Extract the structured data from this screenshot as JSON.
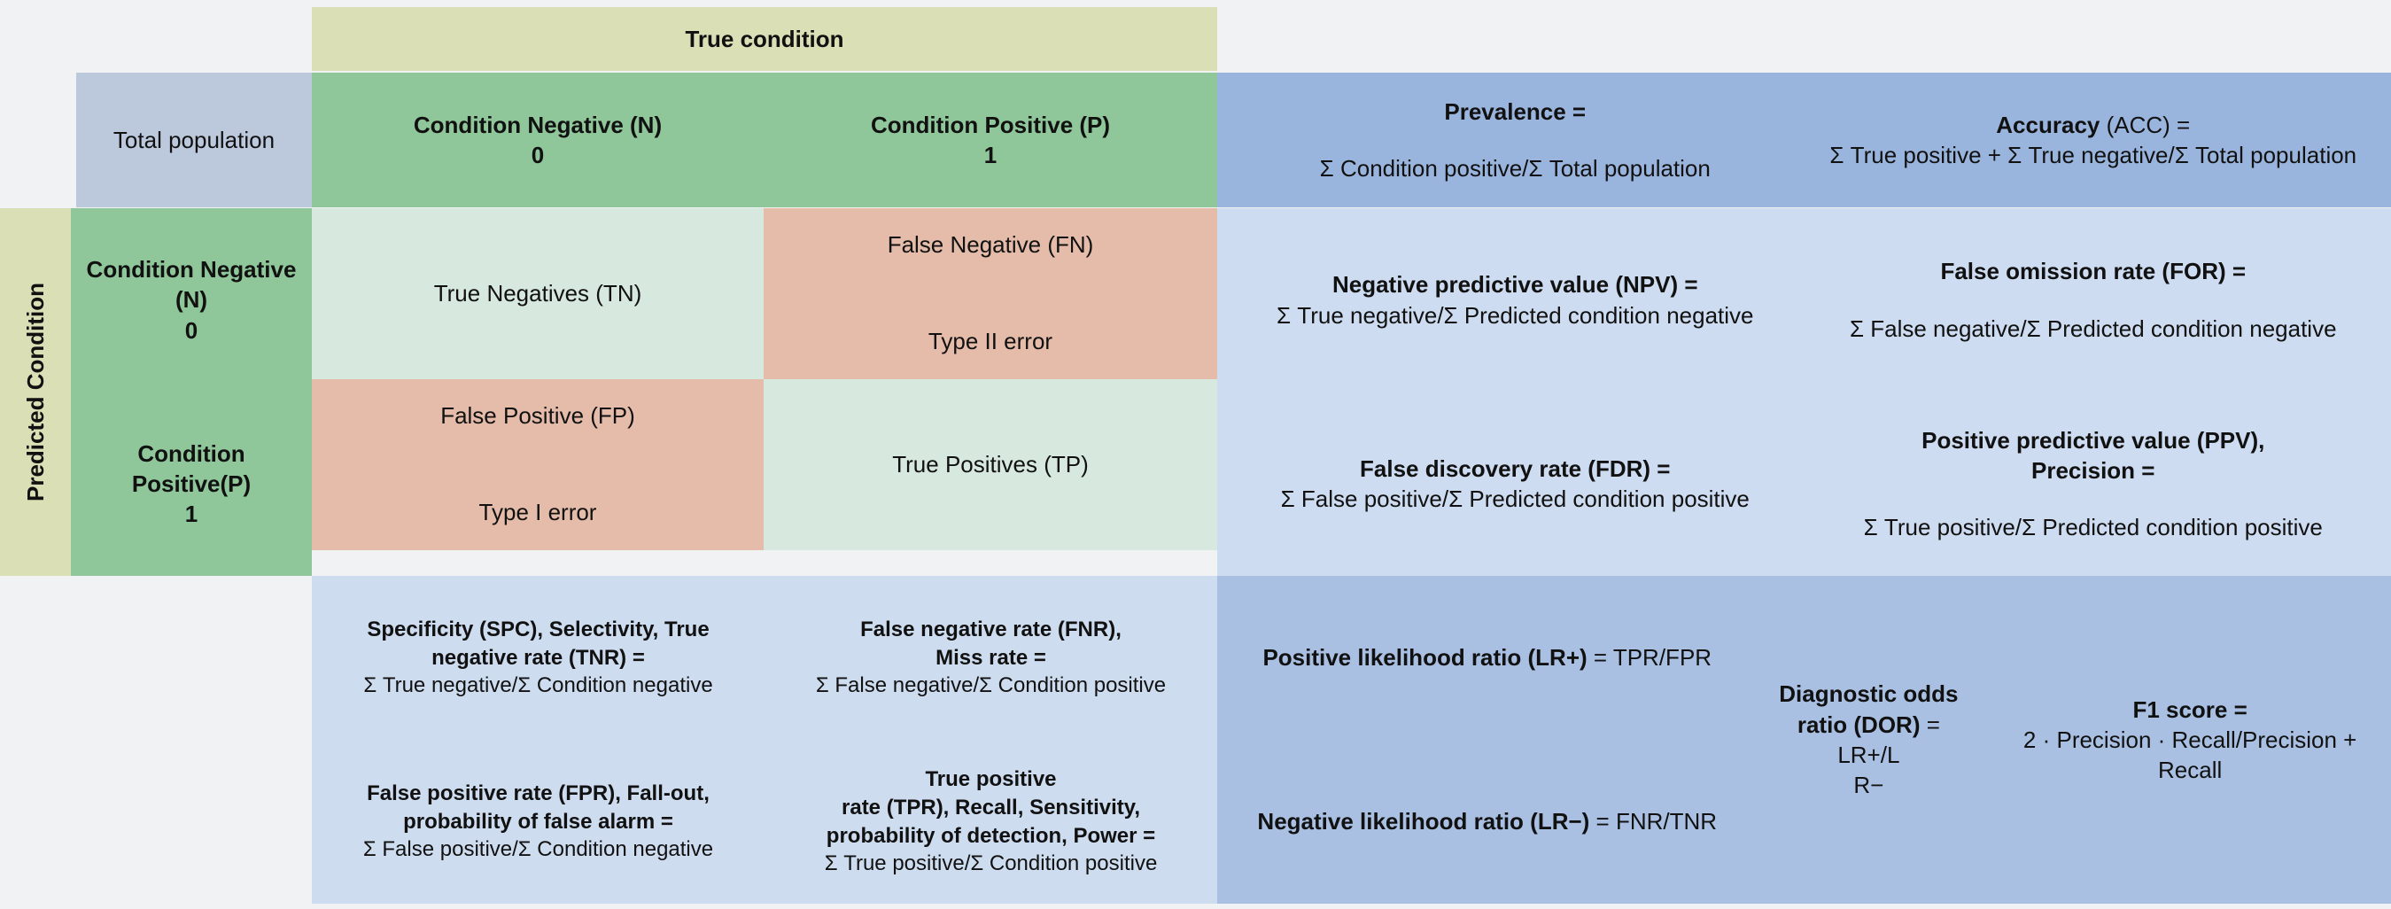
{
  "title_band": {
    "true_condition": "True condition"
  },
  "side_label": {
    "predicted_condition": "Predicted Condition"
  },
  "header_row": {
    "total_population": "Total population",
    "condition_negative": {
      "label": "Condition Negative (N)",
      "value": "0"
    },
    "condition_positive": {
      "label": "Condition Positive (P)",
      "value": "1"
    },
    "prevalence": {
      "title": "Prevalence =",
      "formula": "Σ Condition positive/Σ Total population"
    },
    "accuracy": {
      "title_bold": "Accuracy",
      "title_rest": " (ACC) =",
      "formula": "Σ True positive + Σ True negative/Σ Total population"
    }
  },
  "row_negative": {
    "stub": {
      "line1": "Condition Negative",
      "line2": "(N)",
      "line3": "0"
    },
    "tn": "True Negatives (TN)",
    "fn": {
      "label": "False Negative (FN)",
      "note": "Type II error"
    },
    "npv": {
      "title": "Negative predictive value (NPV) =",
      "formula": "Σ True negative/Σ Predicted condition negative"
    },
    "for": {
      "title": "False omission rate (FOR) =",
      "formula": "Σ False negative/Σ Predicted condition negative"
    }
  },
  "row_positive": {
    "stub": {
      "line1": "Condition",
      "line2": "Positive(P)",
      "line3": "1"
    },
    "fp": {
      "label": "False Positive (FP)",
      "note": "Type I error"
    },
    "tp": "True Positives (TP)",
    "fdr": {
      "title": "False discovery rate (FDR) =",
      "formula": "Σ False positive/Σ Predicted condition positive"
    },
    "ppv": {
      "title_line1": "Positive predictive value (PPV),",
      "title_line2": "Precision =",
      "formula": "Σ True positive/Σ Predicted condition positive"
    }
  },
  "footer": {
    "spc": {
      "title_line1": "Specificity (SPC), Selectivity, True",
      "title_line2": "negative rate (TNR) =",
      "formula": "Σ True negative/Σ Condition negative"
    },
    "fnr": {
      "title_line1": "False negative rate (FNR),",
      "title_line2": "Miss rate =",
      "formula": "Σ False negative/Σ Condition positive"
    },
    "fpr": {
      "title_line1": "False positive rate (FPR), Fall-out,",
      "title_line2": "probability of false alarm =",
      "formula": "Σ False positive/Σ Condition negative"
    },
    "tpr": {
      "title_line1": "True positive",
      "title_line2": "rate (TPR), Recall, Sensitivity,",
      "title_line3": "probability of detection, Power =",
      "formula": "Σ True positive/Σ Condition positive"
    },
    "lr_plus": {
      "title": "Positive likelihood ratio (LR+)",
      "formula": " = TPR/FPR"
    },
    "lr_minus": {
      "title": "Negative likelihood ratio (LR−)",
      "formula": " = FNR/TNR"
    },
    "dor": {
      "title_line1": "Diagnostic odds",
      "title_line2": "ratio (DOR)",
      "formula_line2": " = LR+/L",
      "formula_line3": "R−"
    },
    "f1": {
      "title": "F1 score =",
      "formula": "2 · Precision · Recall/Precision + Recall"
    }
  },
  "colors": {
    "olive": "#dbdfb6",
    "green": "#8fc79a",
    "blue_grey": "#bcc9dd",
    "blue_dark": "#9ab5dd",
    "blue_mid": "#a9c0e3",
    "blue_light": "#cddcf0",
    "mint": "#d7e8de",
    "salmon": "#e5bcaa",
    "page_bg": "#f1f2f3"
  }
}
